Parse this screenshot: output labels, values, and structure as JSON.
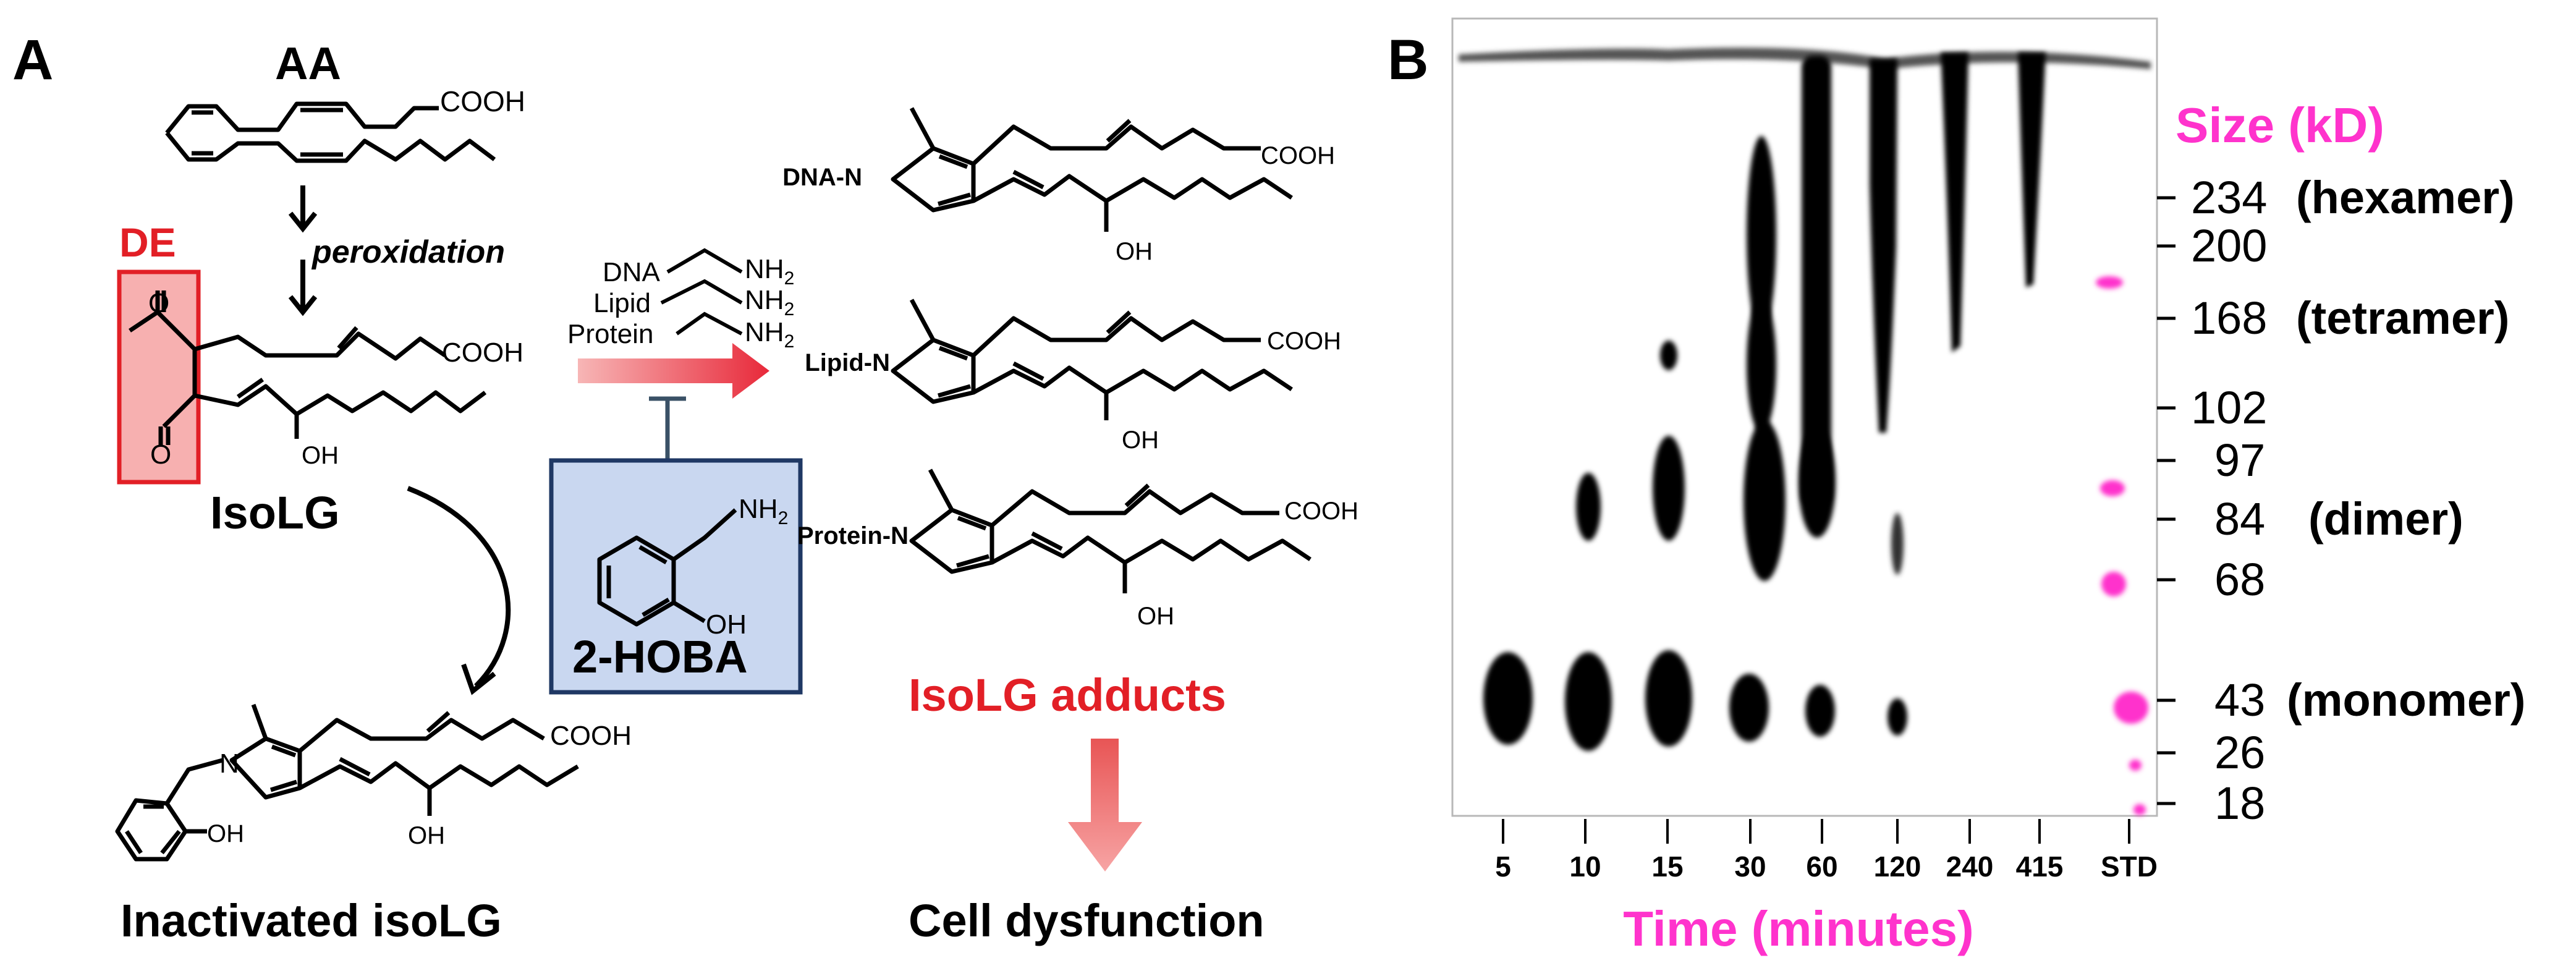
{
  "panel_a": {
    "label": "A",
    "aa_label": "AA",
    "cooh": "COOH",
    "peroxidation": "peroxidation",
    "de_label": "DE",
    "isolg_label": "IsoLG",
    "oh": "OH",
    "o": "O",
    "reagents": [
      "DNA",
      "Lipid",
      "Protein"
    ],
    "nh2": "NH",
    "nh2_sub": "2",
    "hoba_label": "2-HOBA",
    "adduct_prefixes": [
      "DNA-N",
      "Lipid-N",
      "Protein-N"
    ],
    "n": "N",
    "adducts_label": "IsoLG adducts",
    "dysfunction_label": "Cell dysfunction",
    "inactivated_label": "Inactivated isoLG"
  },
  "panel_b": {
    "label": "B",
    "size_header": "Size (kD)",
    "size_ladder": [
      {
        "kd": "234",
        "note": "(hexamer)"
      },
      {
        "kd": "200",
        "note": ""
      },
      {
        "kd": "168",
        "note": "(tetramer)"
      },
      {
        "kd": "102",
        "note": ""
      },
      {
        "kd": "97",
        "note": ""
      },
      {
        "kd": "84",
        "note": "(dimer)"
      },
      {
        "kd": "68",
        "note": ""
      },
      {
        "kd": "43",
        "note": "(monomer)"
      },
      {
        "kd": "26",
        "note": ""
      },
      {
        "kd": "18",
        "note": ""
      }
    ],
    "lanes": [
      "5",
      "10",
      "15",
      "30",
      "60",
      "120",
      "240",
      "415",
      "STD"
    ],
    "x_axis_label": "Time (minutes)",
    "colors": {
      "accent": "#ff33cc",
      "red": "#e21f26",
      "blue_box": "#c9d7f0",
      "blue_border": "#1f3864"
    }
  }
}
